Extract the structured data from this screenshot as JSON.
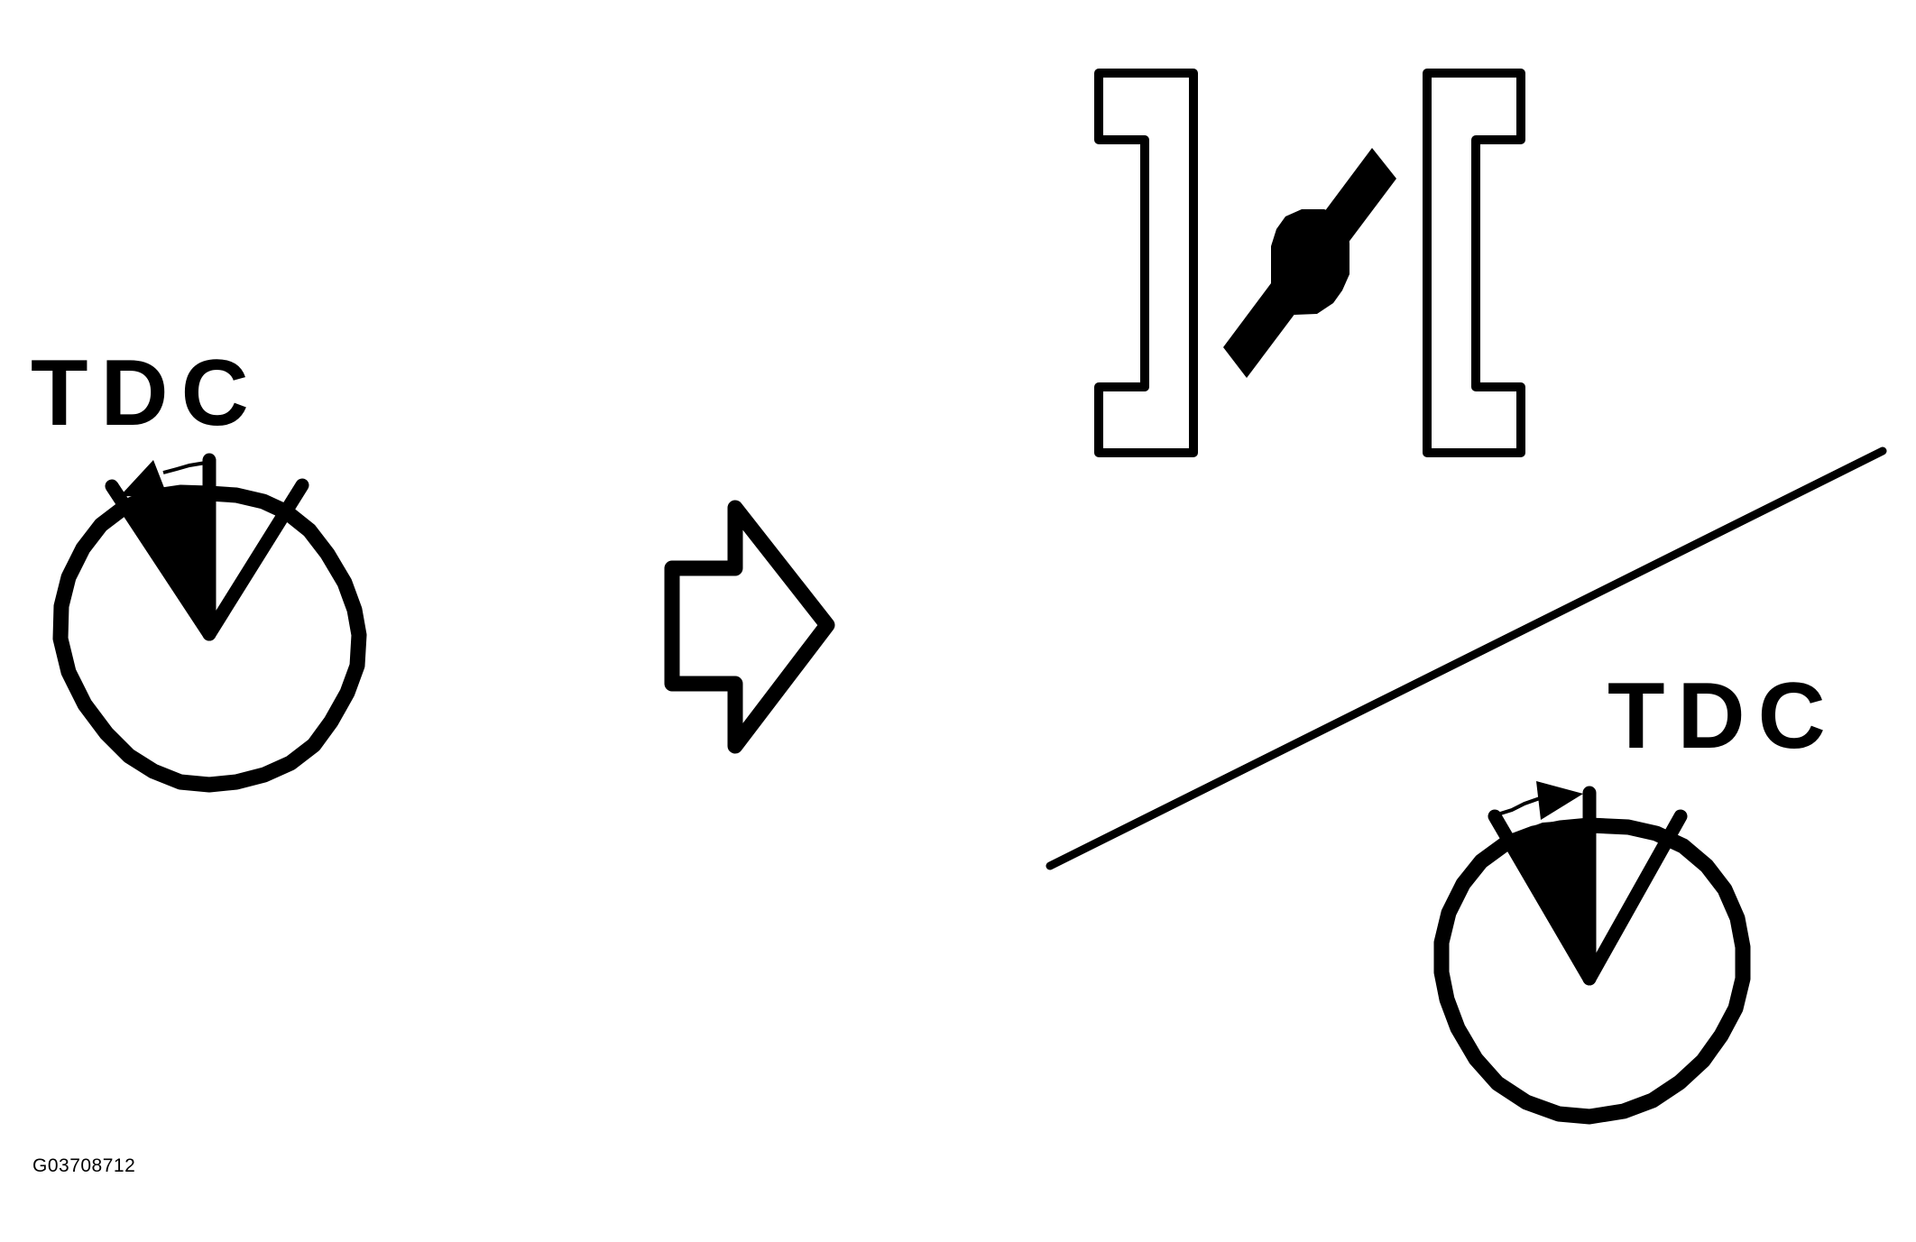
{
  "diagram": {
    "type": "ignition timing / throttle valve illustration",
    "left_dial": {
      "label": "TDC",
      "rotation_arrow_direction": "counter-clockwise"
    },
    "transition_arrow": {
      "icon": "hollow-right-arrow-icon"
    },
    "throttle_valve": {
      "icon": "throttle-plate-icon",
      "state": "partially open"
    },
    "divider": {
      "icon": "diagonal-divider-line"
    },
    "right_dial": {
      "label": "TDC",
      "rotation_arrow_direction": "clockwise"
    },
    "figure_id": "G03708712"
  },
  "colors": {
    "ink": "#000000",
    "background": "#ffffff"
  }
}
